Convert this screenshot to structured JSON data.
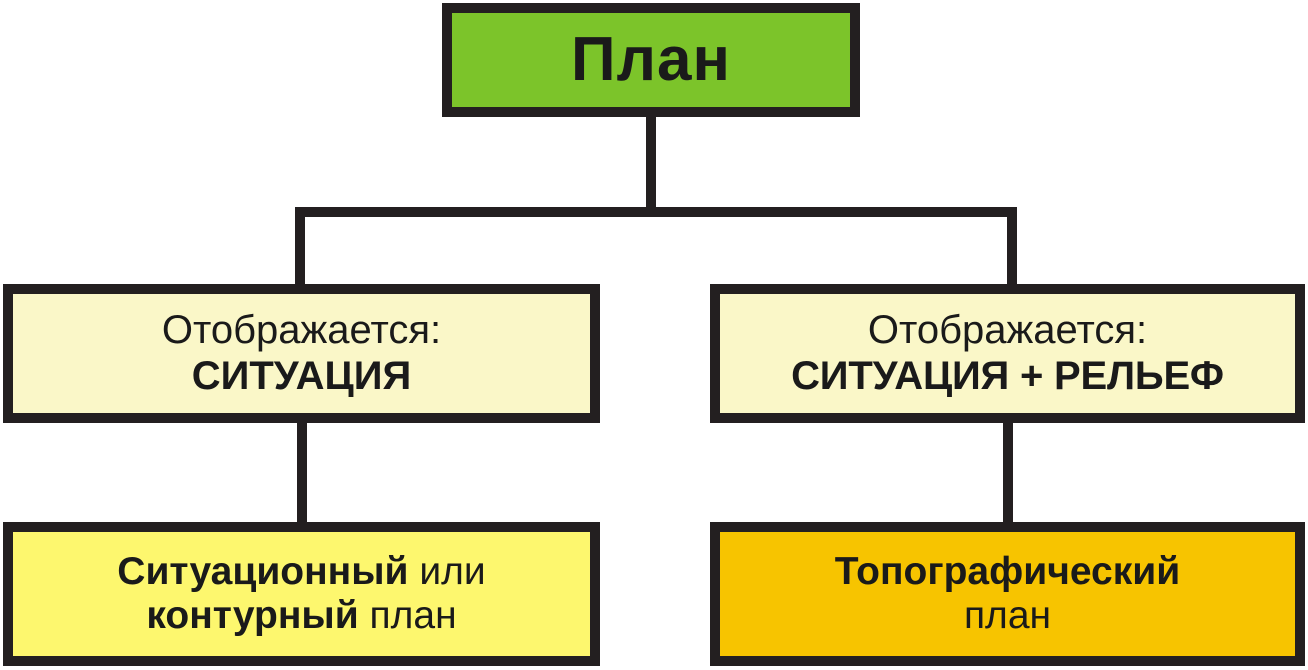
{
  "diagram": {
    "title_node": {
      "label": "План",
      "fill": "#7CC42A"
    },
    "branches": [
      {
        "condition": {
          "prefix": "Отображается:",
          "value": "СИТУАЦИЯ",
          "fill": "#FAF7C8"
        },
        "result": {
          "line1_bold": "Ситуационный",
          "line1_regular": "или",
          "line2_bold": "контурный",
          "line2_regular": "план",
          "fill": "#FDF76E"
        }
      },
      {
        "condition": {
          "prefix": "Отображается:",
          "value": "СИТУАЦИЯ + РЕЛЬЕФ",
          "fill": "#FAF7C8"
        },
        "result": {
          "line1_bold": "Топографический",
          "line1_regular": "",
          "line2_bold": "",
          "line2_regular": "план",
          "fill": "#F7C400"
        }
      }
    ],
    "stroke_color": "#231F20",
    "background": "#FFFFFF"
  }
}
